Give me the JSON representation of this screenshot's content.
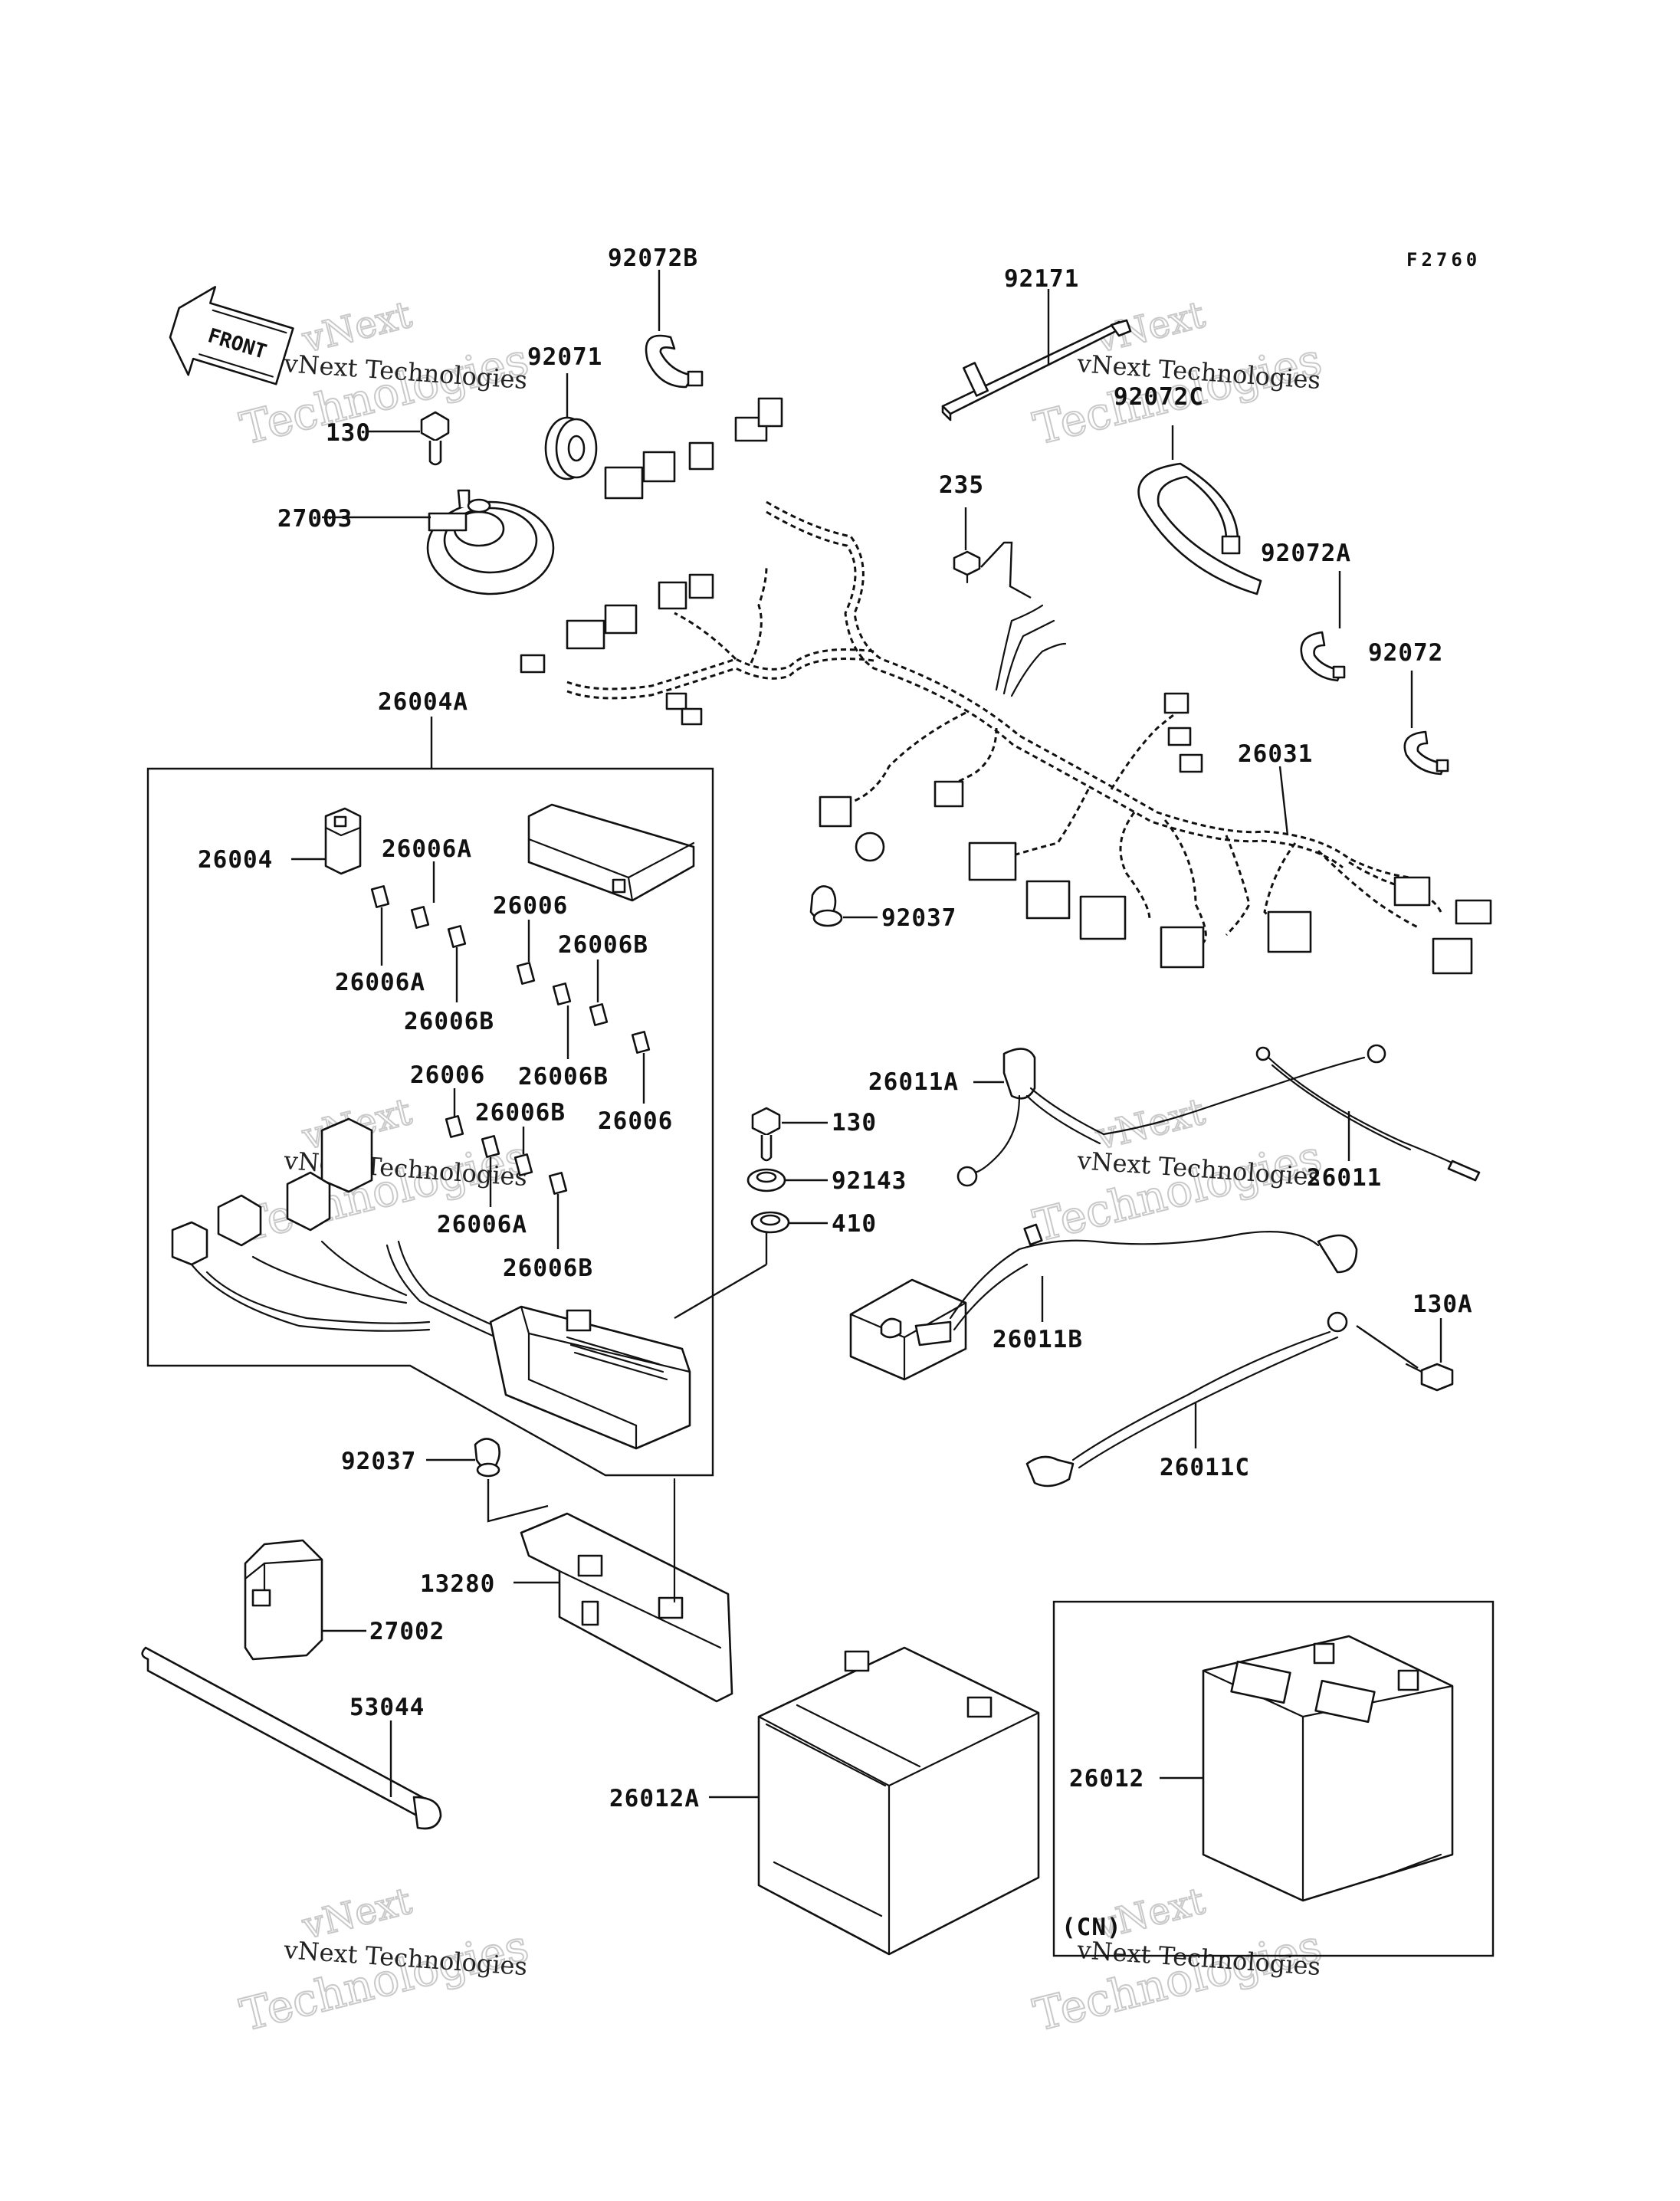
{
  "figure_code": "F2760",
  "front_label": "FRONT",
  "watermark": {
    "company": "vNext Technologies",
    "word1": "vNext",
    "word2": "Technologies"
  },
  "variant_note": "(CN)",
  "labels": {
    "p92072B": "92072B",
    "p92171": "92171",
    "p92071": "92071",
    "p130_top": "130",
    "p27003": "27003",
    "p92072C": "92072C",
    "p235": "235",
    "p92072A": "92072A",
    "p92072": "92072",
    "p26004A": "26004A",
    "p26031": "26031",
    "p26004": "26004",
    "p26006A_1": "26006A",
    "p26006_1": "26006",
    "p26006A_2": "26006A",
    "p26006B_1": "26006B",
    "p26006B_2": "26006B",
    "p26006_2": "26006",
    "p26006B_3": "26006B",
    "p26006B_4": "26006B",
    "p26006_3": "26006",
    "p26006A_3": "26006A",
    "p26006B_5": "26006B",
    "p92037_top": "92037",
    "p26011A": "26011A",
    "p130_mid": "130",
    "p92143": "92143",
    "p410": "410",
    "p26011": "26011",
    "p26011B": "26011B",
    "p130A": "130A",
    "p26011C": "26011C",
    "p92037_bot": "92037",
    "p13280": "13280",
    "p27002": "27002",
    "p53044": "53044",
    "p26012A": "26012A",
    "p26012": "26012"
  }
}
